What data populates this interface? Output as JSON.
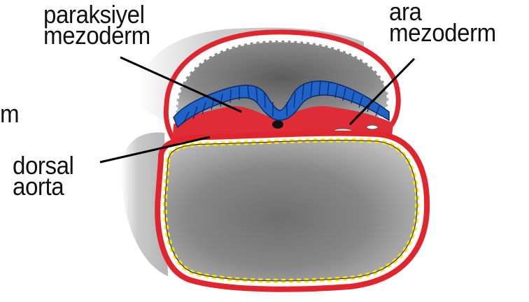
{
  "labels": {
    "paraxial": {
      "line1": "paraksiyel",
      "line2": "mezoderm"
    },
    "intermediate": {
      "line1": "ara",
      "line2": "mezoderm"
    },
    "left_fragment": "m",
    "dorsal_aorta": {
      "line1": "dorsal",
      "line2": "aorta"
    }
  },
  "colors": {
    "ectoderm": "#e0252f",
    "mesoderm": "#de2d36",
    "neural_tube": "#1f63c9",
    "endoderm_dots": "#ffe600",
    "body_gray": "#8d8d8d",
    "leader_line": "#000000"
  }
}
